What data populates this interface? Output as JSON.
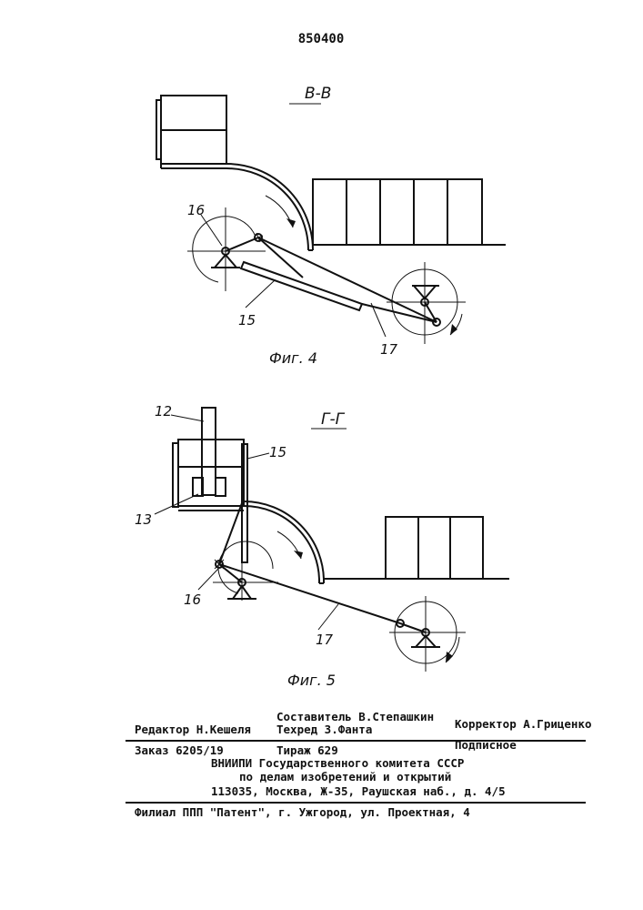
{
  "header": {
    "patent_number": "850400"
  },
  "figure4": {
    "section_label": "В-В",
    "caption": "Фиг. 4",
    "labels": {
      "l16": "16",
      "l15": "15",
      "l17": "17"
    }
  },
  "figure5": {
    "section_label": "Г-Г",
    "caption": "Фиг. 5",
    "labels": {
      "l12": "12",
      "l13": "13",
      "l15": "15",
      "l16": "16",
      "l17": "17"
    }
  },
  "footer": {
    "editor": "Редактор Н.Кешеля",
    "compiler": "Составитель В.Степашкин",
    "techred": "Техред З.Фанта",
    "corrector": "Корректор А.Гриценко",
    "order": "Заказ 6205/19",
    "circulation": "Тираж 629",
    "subscription": "Подписное",
    "org_line1": "ВНИИПИ Государственного комитета СССР",
    "org_line2": "по делам изобретений и открытий",
    "address": "113035, Москва, Ж-35, Раушская наб., д. 4/5",
    "branch": "Филиал ППП \"Патент\", г. Ужгород, ул. Проектная, 4"
  }
}
